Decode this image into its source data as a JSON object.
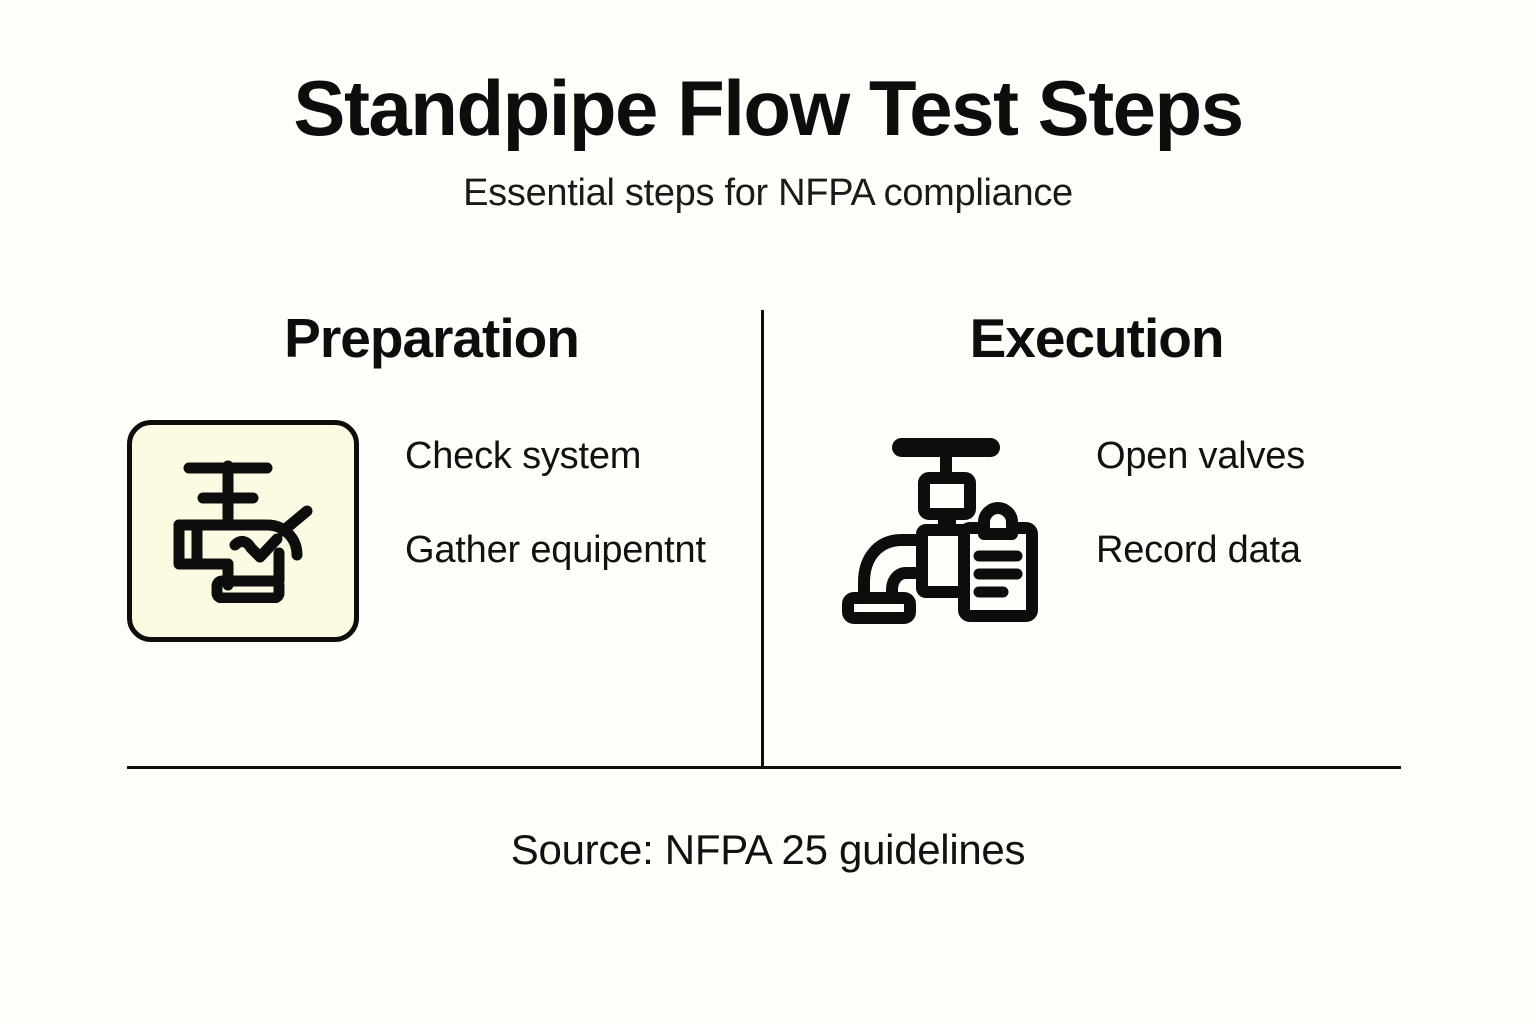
{
  "header": {
    "title": "Standpipe Flow Test Steps",
    "subtitle": "Essential steps for NFPA compliance"
  },
  "columns": [
    {
      "heading": "Preparation",
      "icon": "faucet-icon",
      "icon_tile": true,
      "steps": [
        "Check system",
        "Gather equipentnt"
      ]
    },
    {
      "heading": "Execution",
      "icon": "valve-clipboard-icon",
      "icon_tile": false,
      "steps": [
        "Open valves",
        "Record data"
      ]
    }
  ],
  "footer": {
    "source": "Source: NFPA 25 guidelines"
  },
  "colors": {
    "background": "#fffef9",
    "ink": "#0d0d0d",
    "tile_fill": "#fdfae4",
    "rule": "#0d0d0d"
  }
}
